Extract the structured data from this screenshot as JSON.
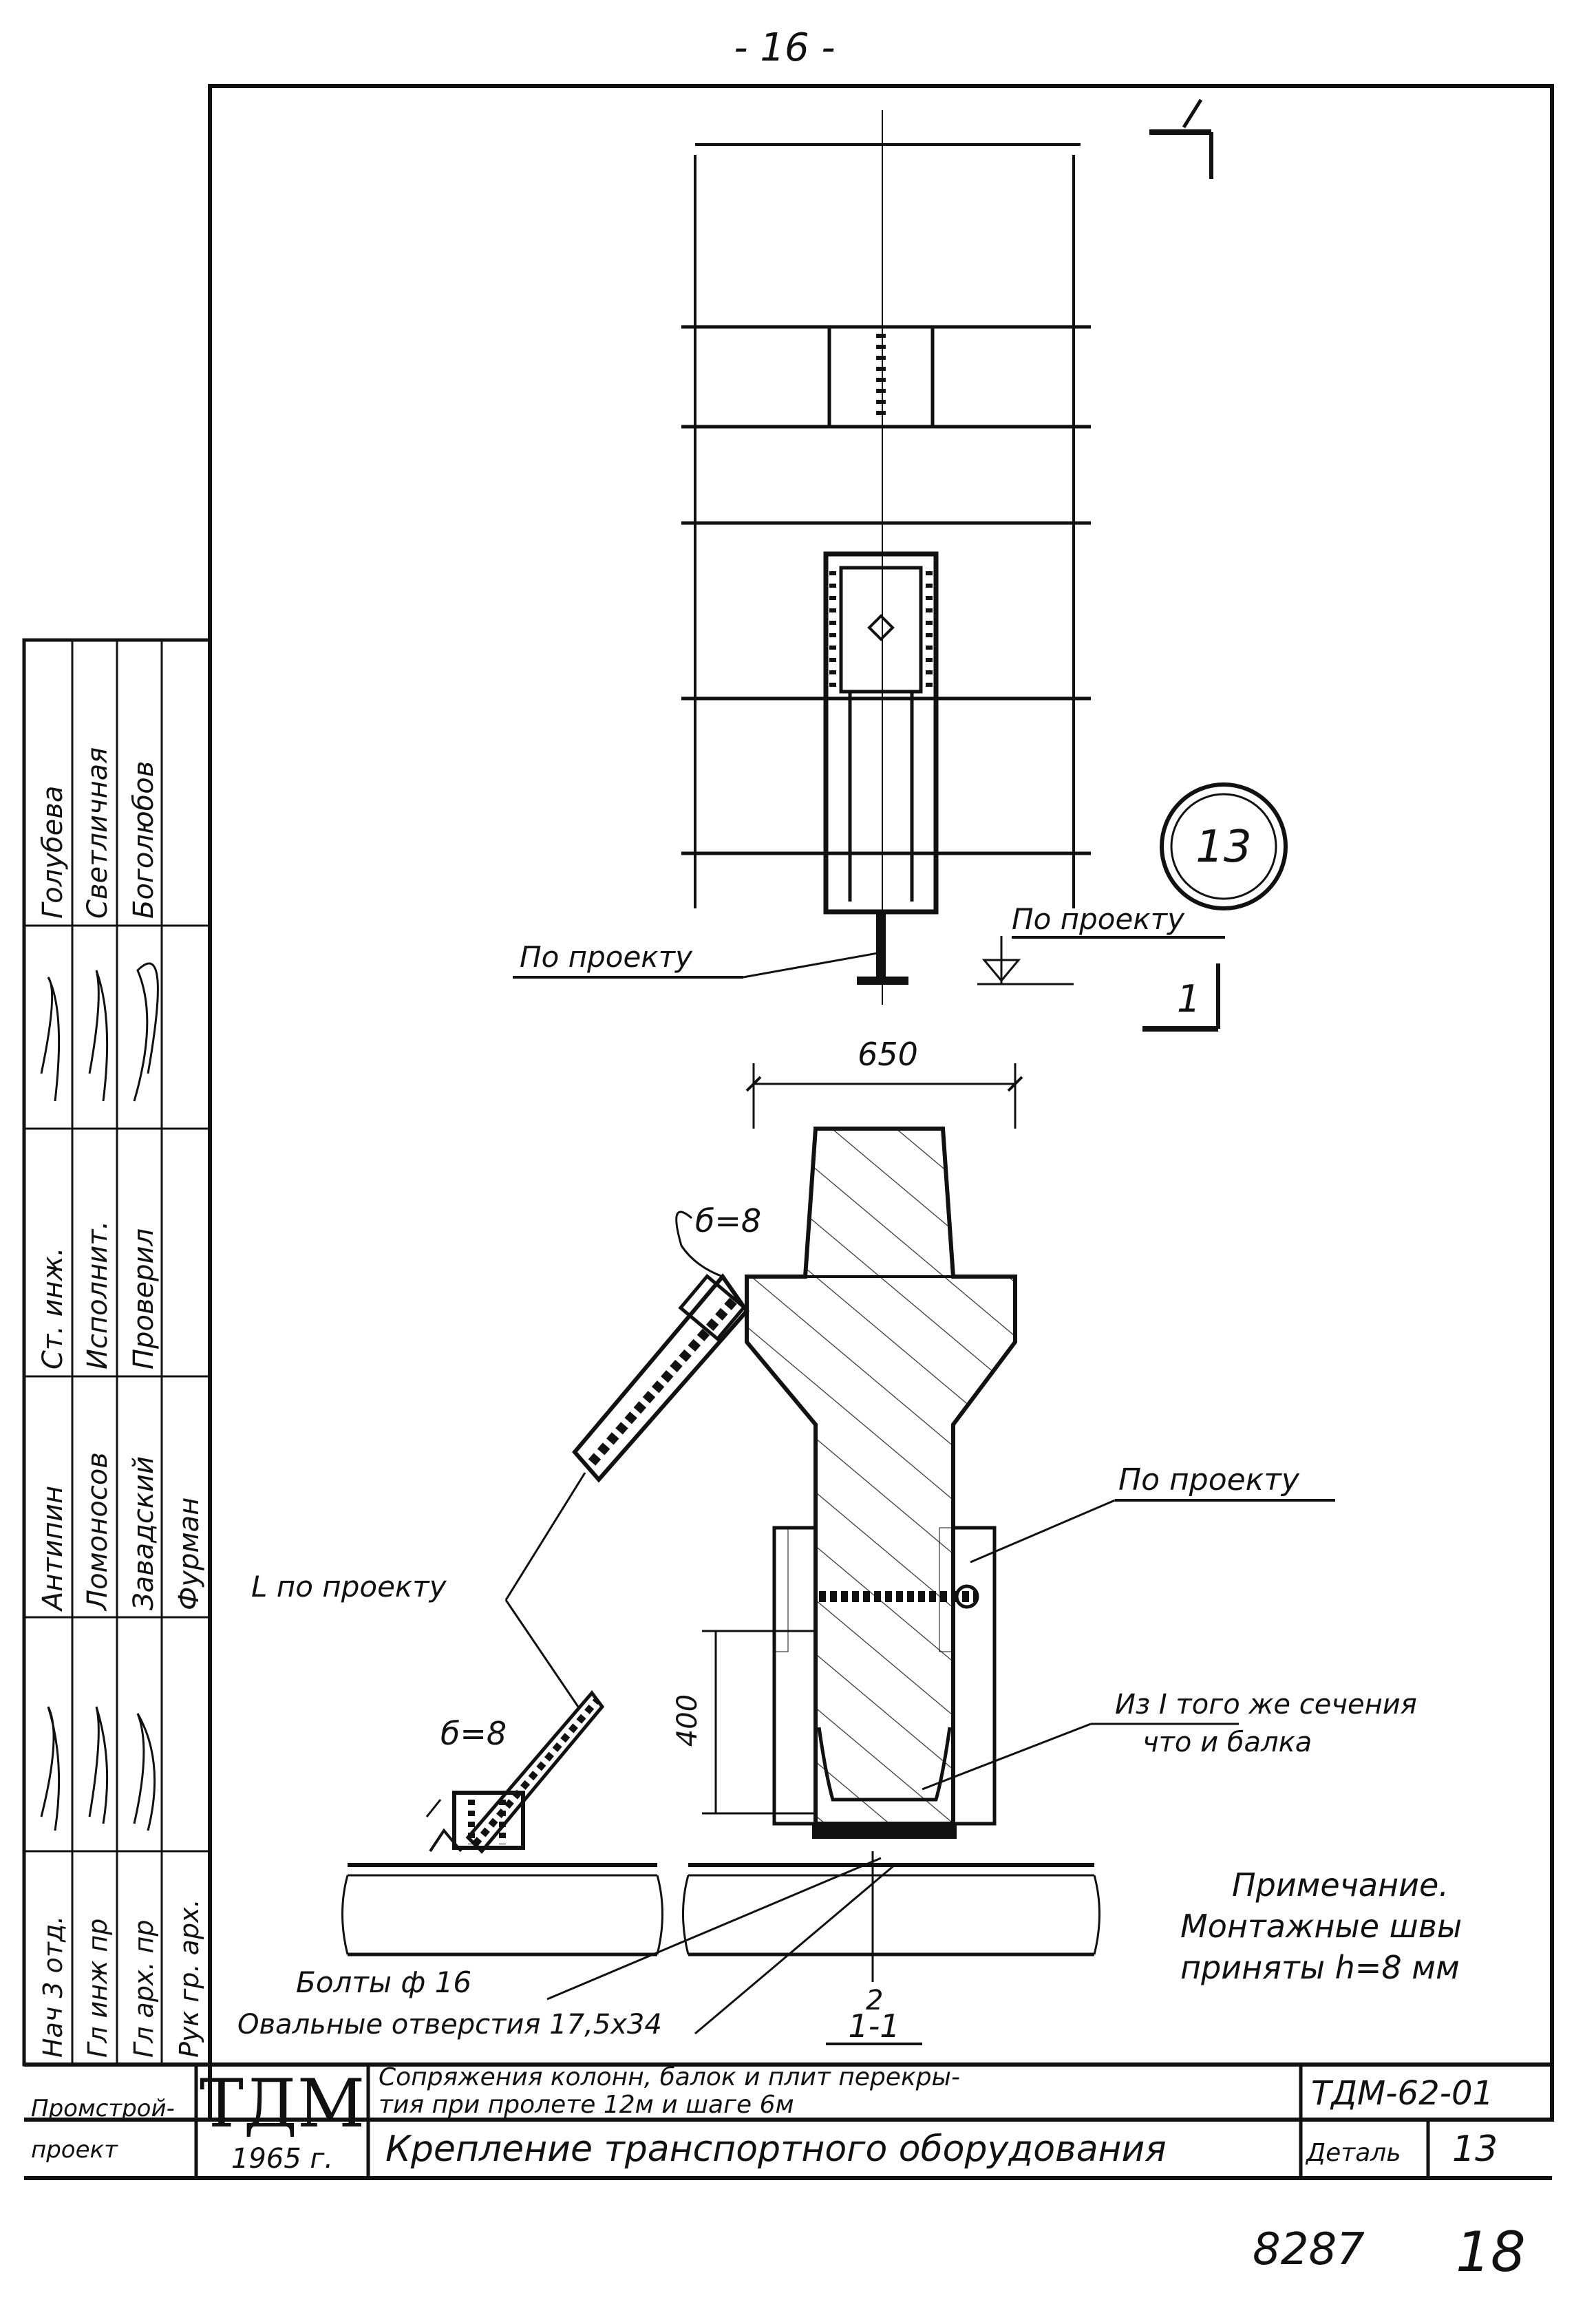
{
  "page_number": "- 16 -",
  "detail_marker": "13",
  "section_marks": {
    "top": "1",
    "bottom": "1"
  },
  "plan_view": {
    "left_callout": "По проекту",
    "right_callout": "По проекту"
  },
  "section_view": {
    "width_dim": "650",
    "height_dim": "400",
    "weld_top": "б=8",
    "weld_bottom": "б=8",
    "angle_label": "L по проекту",
    "right_callout": "По проекту",
    "beam_note_line1": "Из I того же сечения",
    "beam_note_line2": "что и балка",
    "bolts": "Болты ф 16",
    "holes": "Овальные отверстия 17,5х34",
    "section_id": "1-1",
    "section_sub": "2"
  },
  "note": {
    "title": "Примечание.",
    "line1": "Монтажные швы",
    "line2": "приняты h=8 мм"
  },
  "stamp": {
    "logo": "ТДМ",
    "year": "1965 г.",
    "org_line1": "Промстрой-",
    "org_line2": "проект",
    "title_line1": "Сопряжения колонн, балок и плит перекры-",
    "title_line2": "тия при пролете 12м и шаге 6м",
    "sheet_title": "Крепление транспортного оборудования",
    "doc_code": "ТДМ-62-01",
    "detail_label": "Деталь",
    "detail_number": "13"
  },
  "side_table": {
    "roles": [
      "Нач 3 отд.",
      "Гл инж пр",
      "Гл арх. пр",
      "Рук гр. арх.",
      "Ст. инж.",
      "Исполнит.",
      "Проверил"
    ],
    "names": [
      "Антипин",
      "Ломоносов",
      "Завадский",
      "Фурман",
      "Голубева",
      "Светличная",
      "Боголюбов"
    ]
  },
  "footer": {
    "archive_number": "8287",
    "sheet_number": "18"
  }
}
